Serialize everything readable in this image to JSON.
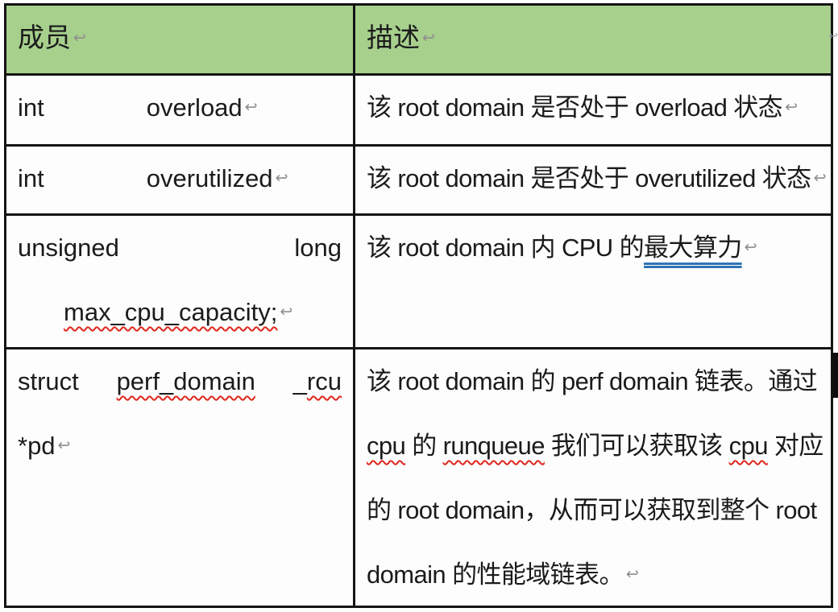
{
  "marks": {
    "paragraph": "↩"
  },
  "colors": {
    "header_green": "#a7d08d",
    "squiggle_red": "#e0261c",
    "underline_blue": "#2e74b5",
    "border_black": "#141414"
  },
  "header": {
    "member": "成员",
    "description": "描述"
  },
  "rows": [
    {
      "member": {
        "type": "int",
        "name": "overload"
      },
      "desc": {
        "text": "该 root domain 是否处于 overload 状态"
      }
    },
    {
      "member": {
        "type": "int",
        "name": "overutilized"
      },
      "desc": {
        "text": "该 root domain 是否处于 overutilized 状态"
      }
    },
    {
      "member": {
        "type_a": "unsigned",
        "type_b": "long",
        "name": "max_cpu_capacity;"
      },
      "desc": {
        "prefix": "该 root domain 内 CPU 的",
        "highlight": "最大算力"
      }
    },
    {
      "member": {
        "keyword": "struct",
        "type": "perf_domain",
        "underscore": "_",
        "annotation": "rcu",
        "name": "*pd"
      },
      "desc": {
        "line1": "该 root domain 的 perf domain 链表。通过",
        "line2_cpu1": "cpu",
        "line2_mid1": " 的 ",
        "line2_runqueue": "runqueue",
        "line2_mid2": " 我们可以获取该 ",
        "line2_cpu2": "cpu",
        "line2_end": " 对应",
        "line3": "的 root domain，从而可以获取到整个 root",
        "line4": "domain 的性能域链表。"
      }
    }
  ]
}
